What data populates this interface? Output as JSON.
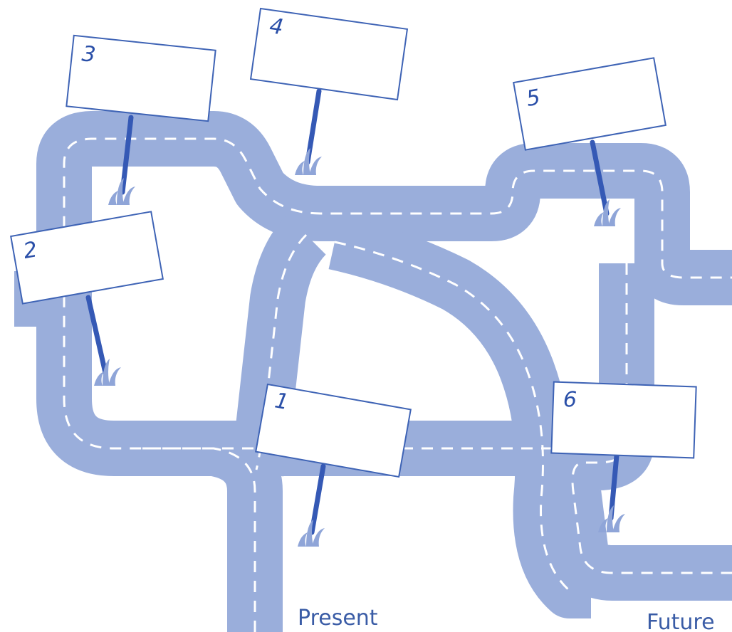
{
  "diagram": {
    "colors": {
      "road": "#9aaedb",
      "dash": "#ffffff",
      "sign_fill": "#ffffff",
      "sign_border": "#3e63b5",
      "post": "#3559b5",
      "grass": "#8fa5d8",
      "label": "#3a5ca6"
    },
    "endpoints": {
      "present": "Present",
      "future": "Future"
    },
    "signs": [
      {
        "number": "1"
      },
      {
        "number": "2"
      },
      {
        "number": "3"
      },
      {
        "number": "4"
      },
      {
        "number": "5"
      },
      {
        "number": "6"
      }
    ]
  }
}
